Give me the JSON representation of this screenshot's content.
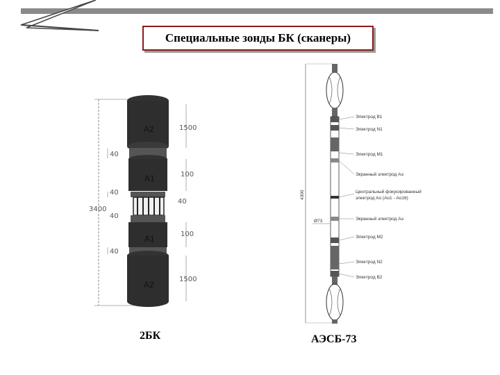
{
  "title": "Специальные зонды БК (сканеры)",
  "left_probe": {
    "caption": "2БК",
    "total_length": "3400",
    "segments": [
      {
        "label": "A2",
        "length": "1500"
      },
      {
        "label": "A1",
        "length": "100"
      },
      {
        "label": "A1",
        "length": "100"
      },
      {
        "label": "A2",
        "length": "1500"
      }
    ],
    "gap_labels": [
      "40",
      "40",
      "40",
      "40",
      "40"
    ]
  },
  "right_probe": {
    "caption": "АЭСБ-73",
    "total_length": "4300",
    "diameter": "Ø73",
    "electrodes": [
      "Электрод B1",
      "Электрод N1",
      "Электрод M1",
      "Экранный электрод Аэ",
      "Центральный фокусированный",
      "электрод Ао (Ао1 - Ао16)",
      "Экранный электрод Аэ",
      "Электрод M2",
      "Электрод N2",
      "Электрод B2"
    ]
  }
}
